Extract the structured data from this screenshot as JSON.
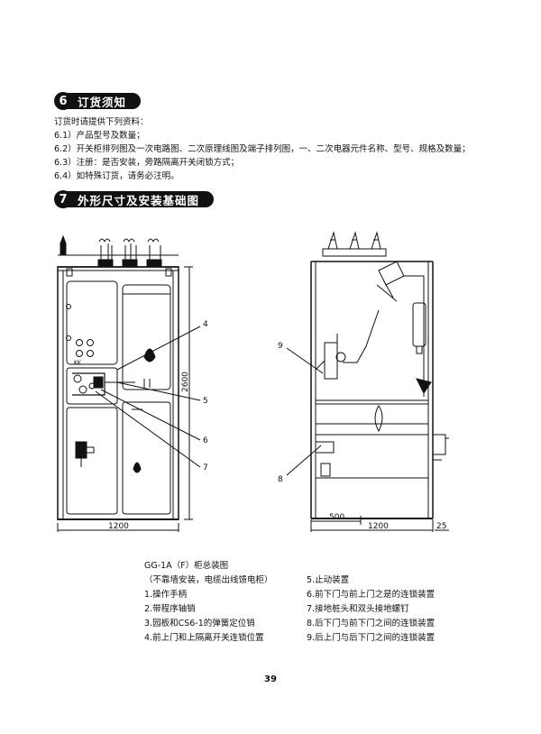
{
  "section6": {
    "number": "6",
    "title": "订货须知"
  },
  "order_notes": {
    "intro": "订货时请提供下列资料：",
    "items": [
      "6.1）产品型号及数量；",
      "6.2）开关柜排列图及一次电路图、二次原理线图及端子排列图，一、二次电器元件名称、型号、规格及数量；",
      "6.3）注册：是否安装，旁路隔离开关闭锁方式；",
      "6.4）如特殊订货，请务必注明。"
    ]
  },
  "section7": {
    "number": "7",
    "title": "外形尺寸及安装基础图"
  },
  "front_view": {
    "width_dim": "1200",
    "height_dim": "2600",
    "callouts": [
      "4",
      "5",
      "6",
      "7"
    ],
    "kk_label": "KK"
  },
  "side_view": {
    "callouts": [
      "9",
      "8"
    ],
    "dims": [
      "500",
      "1200",
      "25"
    ]
  },
  "caption": {
    "title": "GG-1A（F）柜总装图",
    "subtitle": "（不靠墙安装，电缆出线馈电柜）",
    "left_items": [
      "1.操作手柄",
      "2.带程序轴销",
      "3.园板和CS6-1的弹簧定位销",
      "4.前上门和上隔离开关连锁位置"
    ],
    "right_items": [
      "5.止动装置",
      "6.前下门与前上门之是的连锁装置",
      "7.接地桩头和双头接地螺钉",
      "8.后下门与前下门之间的连锁装置",
      "9.后上门与后下门之间的连锁装置"
    ]
  },
  "page_number": "39"
}
